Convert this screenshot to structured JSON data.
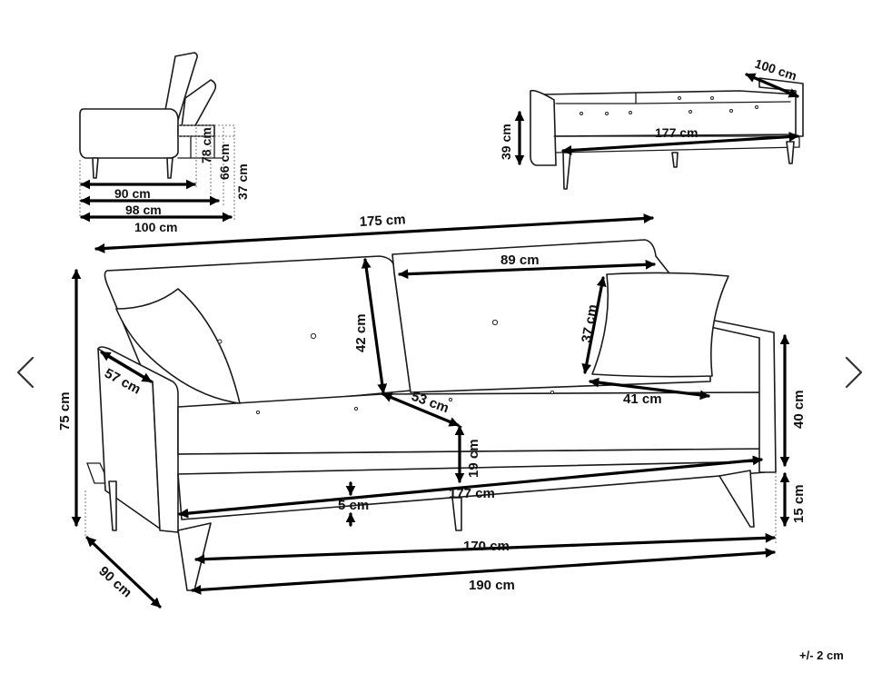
{
  "navigation": {
    "prev_icon": "chevron-left-icon",
    "next_icon": "chevron-right-icon"
  },
  "tolerance": "+/- 2 cm",
  "side_view": {
    "labels": [
      "90 cm",
      "98 cm",
      "100 cm",
      "78 cm",
      "66 cm",
      "37 cm"
    ]
  },
  "bed_view": {
    "labels": [
      "100 cm",
      "177 cm",
      "39 cm"
    ]
  },
  "main_view": {
    "labels": [
      "175 cm",
      "89 cm",
      "42 cm",
      "37 cm",
      "57 cm",
      "53 cm",
      "41 cm",
      "75 cm",
      "40 cm",
      "19 cm",
      "5 cm",
      "177 cm",
      "15 cm",
      "170 cm",
      "190 cm",
      "90 cm"
    ]
  }
}
